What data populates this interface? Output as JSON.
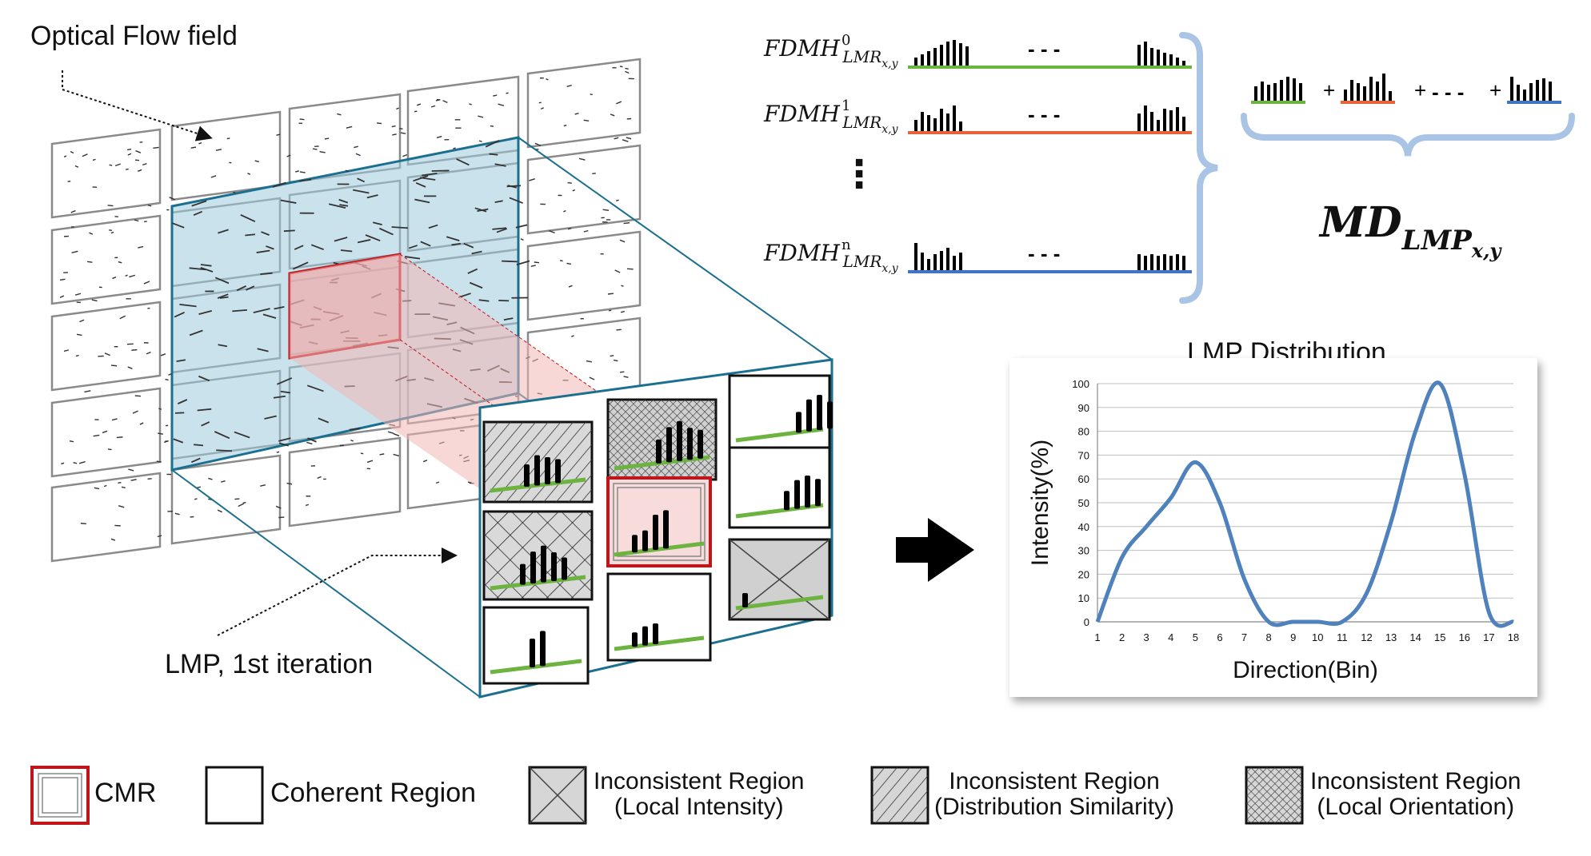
{
  "labels": {
    "optical_flow": "Optical Flow field",
    "lmp_iteration": "LMP, 1st iteration"
  },
  "fdmh": {
    "base": "FDMH",
    "subscript": "LMR",
    "sub_sub": "x,y",
    "rows": [
      {
        "sup": "0",
        "color": "#6cb33f"
      },
      {
        "sup": "1",
        "color": "#e8623a"
      },
      {
        "sup": "n",
        "color": "#3f75c4"
      }
    ],
    "ellipsis_h": "- - -",
    "ellipsis_v": "⋮",
    "plus": "+"
  },
  "md_label": {
    "base": "MD",
    "subscript": "LMP",
    "sub_sub": "x,y"
  },
  "chart_data": {
    "type": "line",
    "title": "LMP Distribution",
    "xlabel": "Direction(Bin)",
    "ylabel": "Intensity(%)",
    "x": [
      1,
      2,
      3,
      4,
      5,
      6,
      7,
      8,
      9,
      10,
      11,
      12,
      13,
      14,
      15,
      16,
      17,
      18
    ],
    "series": [
      {
        "values": [
          0,
          27,
          40,
          52,
          67,
          50,
          18,
          0,
          0,
          0,
          0,
          12,
          42,
          80,
          100,
          62,
          4,
          0
        ],
        "color": "#4f81bd"
      }
    ],
    "xlim": [
      1,
      18
    ],
    "ylim": [
      0,
      100
    ],
    "yticks": [
      0,
      10,
      20,
      30,
      40,
      50,
      60,
      70,
      80,
      90,
      100
    ],
    "grid": true
  },
  "legend": [
    {
      "name": "cmr",
      "text": "CMR",
      "style": "cmr"
    },
    {
      "name": "coherent",
      "text": "Coherent Region",
      "style": "plain"
    },
    {
      "name": "local-intensity",
      "text": "Inconsistent Region",
      "text2": "(Local Intensity)",
      "style": "cross"
    },
    {
      "name": "distribution",
      "text": "Inconsistent Region",
      "text2": "(Distribution Similarity)",
      "style": "diag"
    },
    {
      "name": "orientation",
      "text": "Inconsistent Region",
      "text2": "(Local Orientation)",
      "style": "crosshatch"
    }
  ],
  "colors": {
    "cmr_red": "#c0161b",
    "blue_window": "#1b6f8f",
    "green_axis": "#6cb33f",
    "brace_blue": "#a9c4e4",
    "series_blue": "#4f81bd"
  }
}
